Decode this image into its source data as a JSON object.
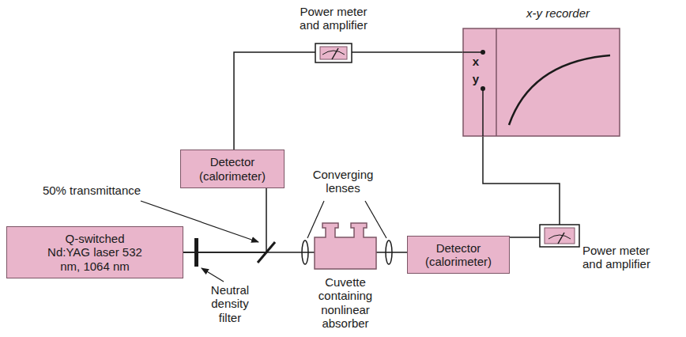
{
  "diagram": {
    "nodes": [
      {
        "text": [
          "Q-switched Nd:YAG laser 532 nm, 1064 nm"
        ]
      },
      {
        "text": [
          "Detector (calorimeter)"
        ]
      },
      {
        "text": [
          "Power meter and amplifier"
        ]
      },
      {
        "text": [
          "x-y recorder",
          "x",
          "y"
        ]
      },
      {
        "text": [
          "Cuvette containing nonlinear absorber"
        ]
      },
      {
        "text": [
          "Detector (calorimeter)"
        ]
      },
      {
        "text": [
          "Power meter and amplifier"
        ]
      }
    ],
    "edges": [
      {
        "from": 0,
        "to": 4,
        "arrow": "none"
      },
      {
        "from": 4,
        "to": 5,
        "arrow": "none"
      },
      {
        "from": 0,
        "to": 1,
        "arrow": "none"
      },
      {
        "from": 1,
        "to": 2,
        "arrow": "none"
      },
      {
        "from": 2,
        "to": 3,
        "arrow": "none"
      },
      {
        "from": 6,
        "to": 3,
        "arrow": "none"
      },
      {
        "from": 5,
        "to": 6,
        "arrow": "none"
      }
    ],
    "labels": [
      "Neutral density filter",
      "50% transmittance",
      "Converging lenses"
    ]
  }
}
